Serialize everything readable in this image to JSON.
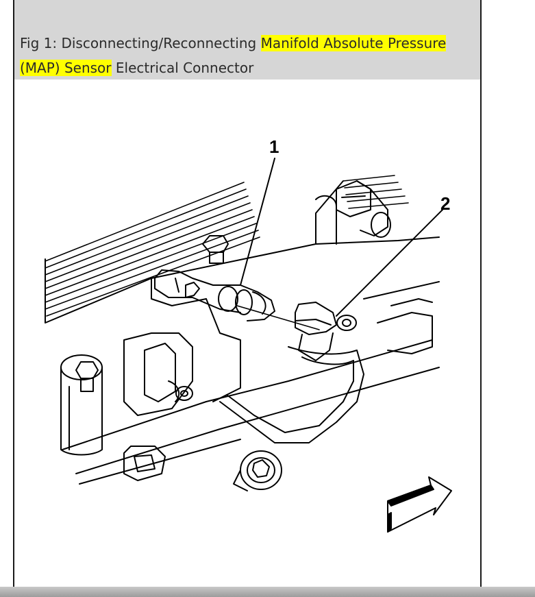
{
  "caption": {
    "prefix": "Fig 1: Disconnecting/Reconnecting ",
    "highlight_1": "Manifold Absolute Pressure",
    "highlight_2": "(MAP) Sensor",
    "suffix": " Electrical Connector",
    "highlight_color": "#ffff00"
  },
  "figure": {
    "callouts": [
      "1",
      "2"
    ]
  }
}
